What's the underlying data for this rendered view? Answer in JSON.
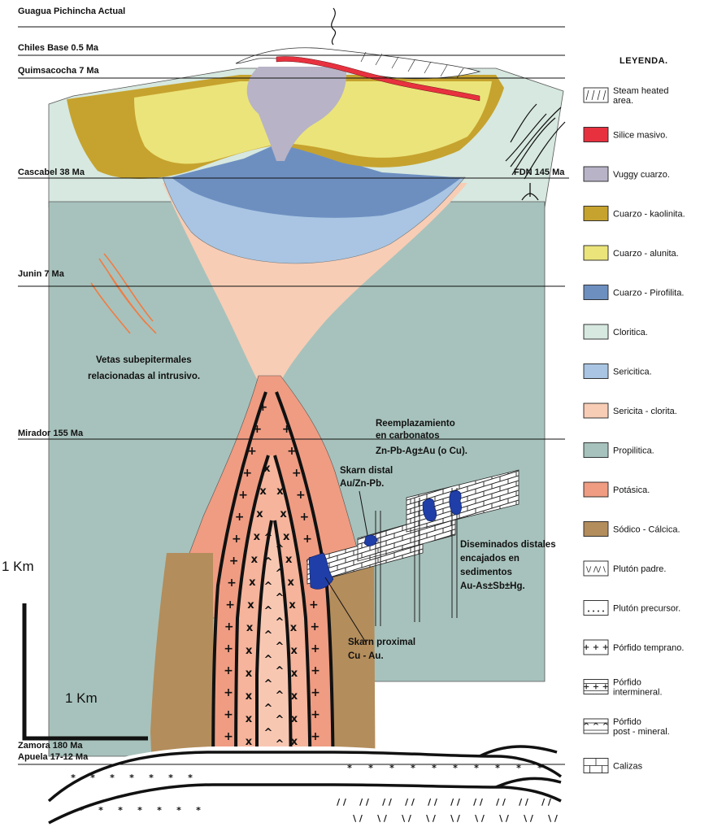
{
  "levels": [
    "Guagua Pichincha Actual",
    "Chiles Base 0.5 Ma",
    "Quimsacocha 7 Ma",
    "Cascabel 38 Ma",
    "FDN 145 Ma",
    "Junin 7 Ma",
    "Mirador 155 Ma",
    "Zamora 180 Ma",
    "Apuela 17-12 Ma"
  ],
  "annotations": {
    "vetas": [
      "Vetas subepitermales",
      "relacionadas al intrusivo."
    ],
    "reemplazamiento": [
      "Reemplazamiento",
      "en carbonatos",
      "Zn-Pb-Ag±Au (o Cu)."
    ],
    "skarn_distal": [
      "Skarn distal",
      "Au/Zn-Pb."
    ],
    "diseminados": [
      "Diseminados distales",
      "encajados en",
      "sedimentos",
      "Au-As±Sb±Hg."
    ],
    "skarn_proximal": [
      "Skarn proximal",
      "Cu - Au."
    ]
  },
  "scale": {
    "vertical": "1 Km",
    "horizontal": "1 Km"
  },
  "legend": {
    "title": "LEYENDA.",
    "items": [
      {
        "label": [
          "Steam heated",
          "area."
        ],
        "pattern": "steam-heated",
        "color": "#ffffff"
      },
      {
        "label": [
          "Silice masivo."
        ],
        "pattern": "solid",
        "color": "#e8313f"
      },
      {
        "label": [
          "Vuggy cuarzo."
        ],
        "pattern": "solid",
        "color": "#b8b3c6"
      },
      {
        "label": [
          "Cuarzo - kaolinita."
        ],
        "pattern": "solid",
        "color": "#c6a32e"
      },
      {
        "label": [
          "Cuarzo - alunita."
        ],
        "pattern": "solid",
        "color": "#ebe47a"
      },
      {
        "label": [
          "Cuarzo - Pirofilita."
        ],
        "pattern": "solid",
        "color": "#6d8fc0"
      },
      {
        "label": [
          "Cloritica."
        ],
        "pattern": "solid",
        "color": "#d6e8e0"
      },
      {
        "label": [
          "Sericitica."
        ],
        "pattern": "solid",
        "color": "#a9c5e3"
      },
      {
        "label": [
          "Sericita - clorita."
        ],
        "pattern": "solid",
        "color": "#f8cdb5"
      },
      {
        "label": [
          "Propilitica."
        ],
        "pattern": "solid",
        "color": "#a7c2bc"
      },
      {
        "label": [
          "Potásica."
        ],
        "pattern": "solid",
        "color": "#ef9c82"
      },
      {
        "label": [
          "Sódico - Cálcica."
        ],
        "pattern": "solid",
        "color": "#b38d5c"
      },
      {
        "label": [
          "Plutón padre."
        ],
        "pattern": "pluton-padre",
        "color": "#ffffff"
      },
      {
        "label": [
          "Plutón precursor."
        ],
        "pattern": "pluton-precursor",
        "color": "#ffffff"
      },
      {
        "label": [
          "Pórfido temprano."
        ],
        "pattern": "porfido-temprano",
        "color": "#ffffff"
      },
      {
        "label": [
          "Pórfido",
          "intermineral."
        ],
        "pattern": "porfido-intermineral",
        "color": "#ffffff"
      },
      {
        "label": [
          "Pórfido",
          "post - mineral."
        ],
        "pattern": "porfido-post",
        "color": "#ffffff"
      },
      {
        "label": [
          "Calizas"
        ],
        "pattern": "calizas",
        "color": "#ffffff"
      }
    ]
  }
}
